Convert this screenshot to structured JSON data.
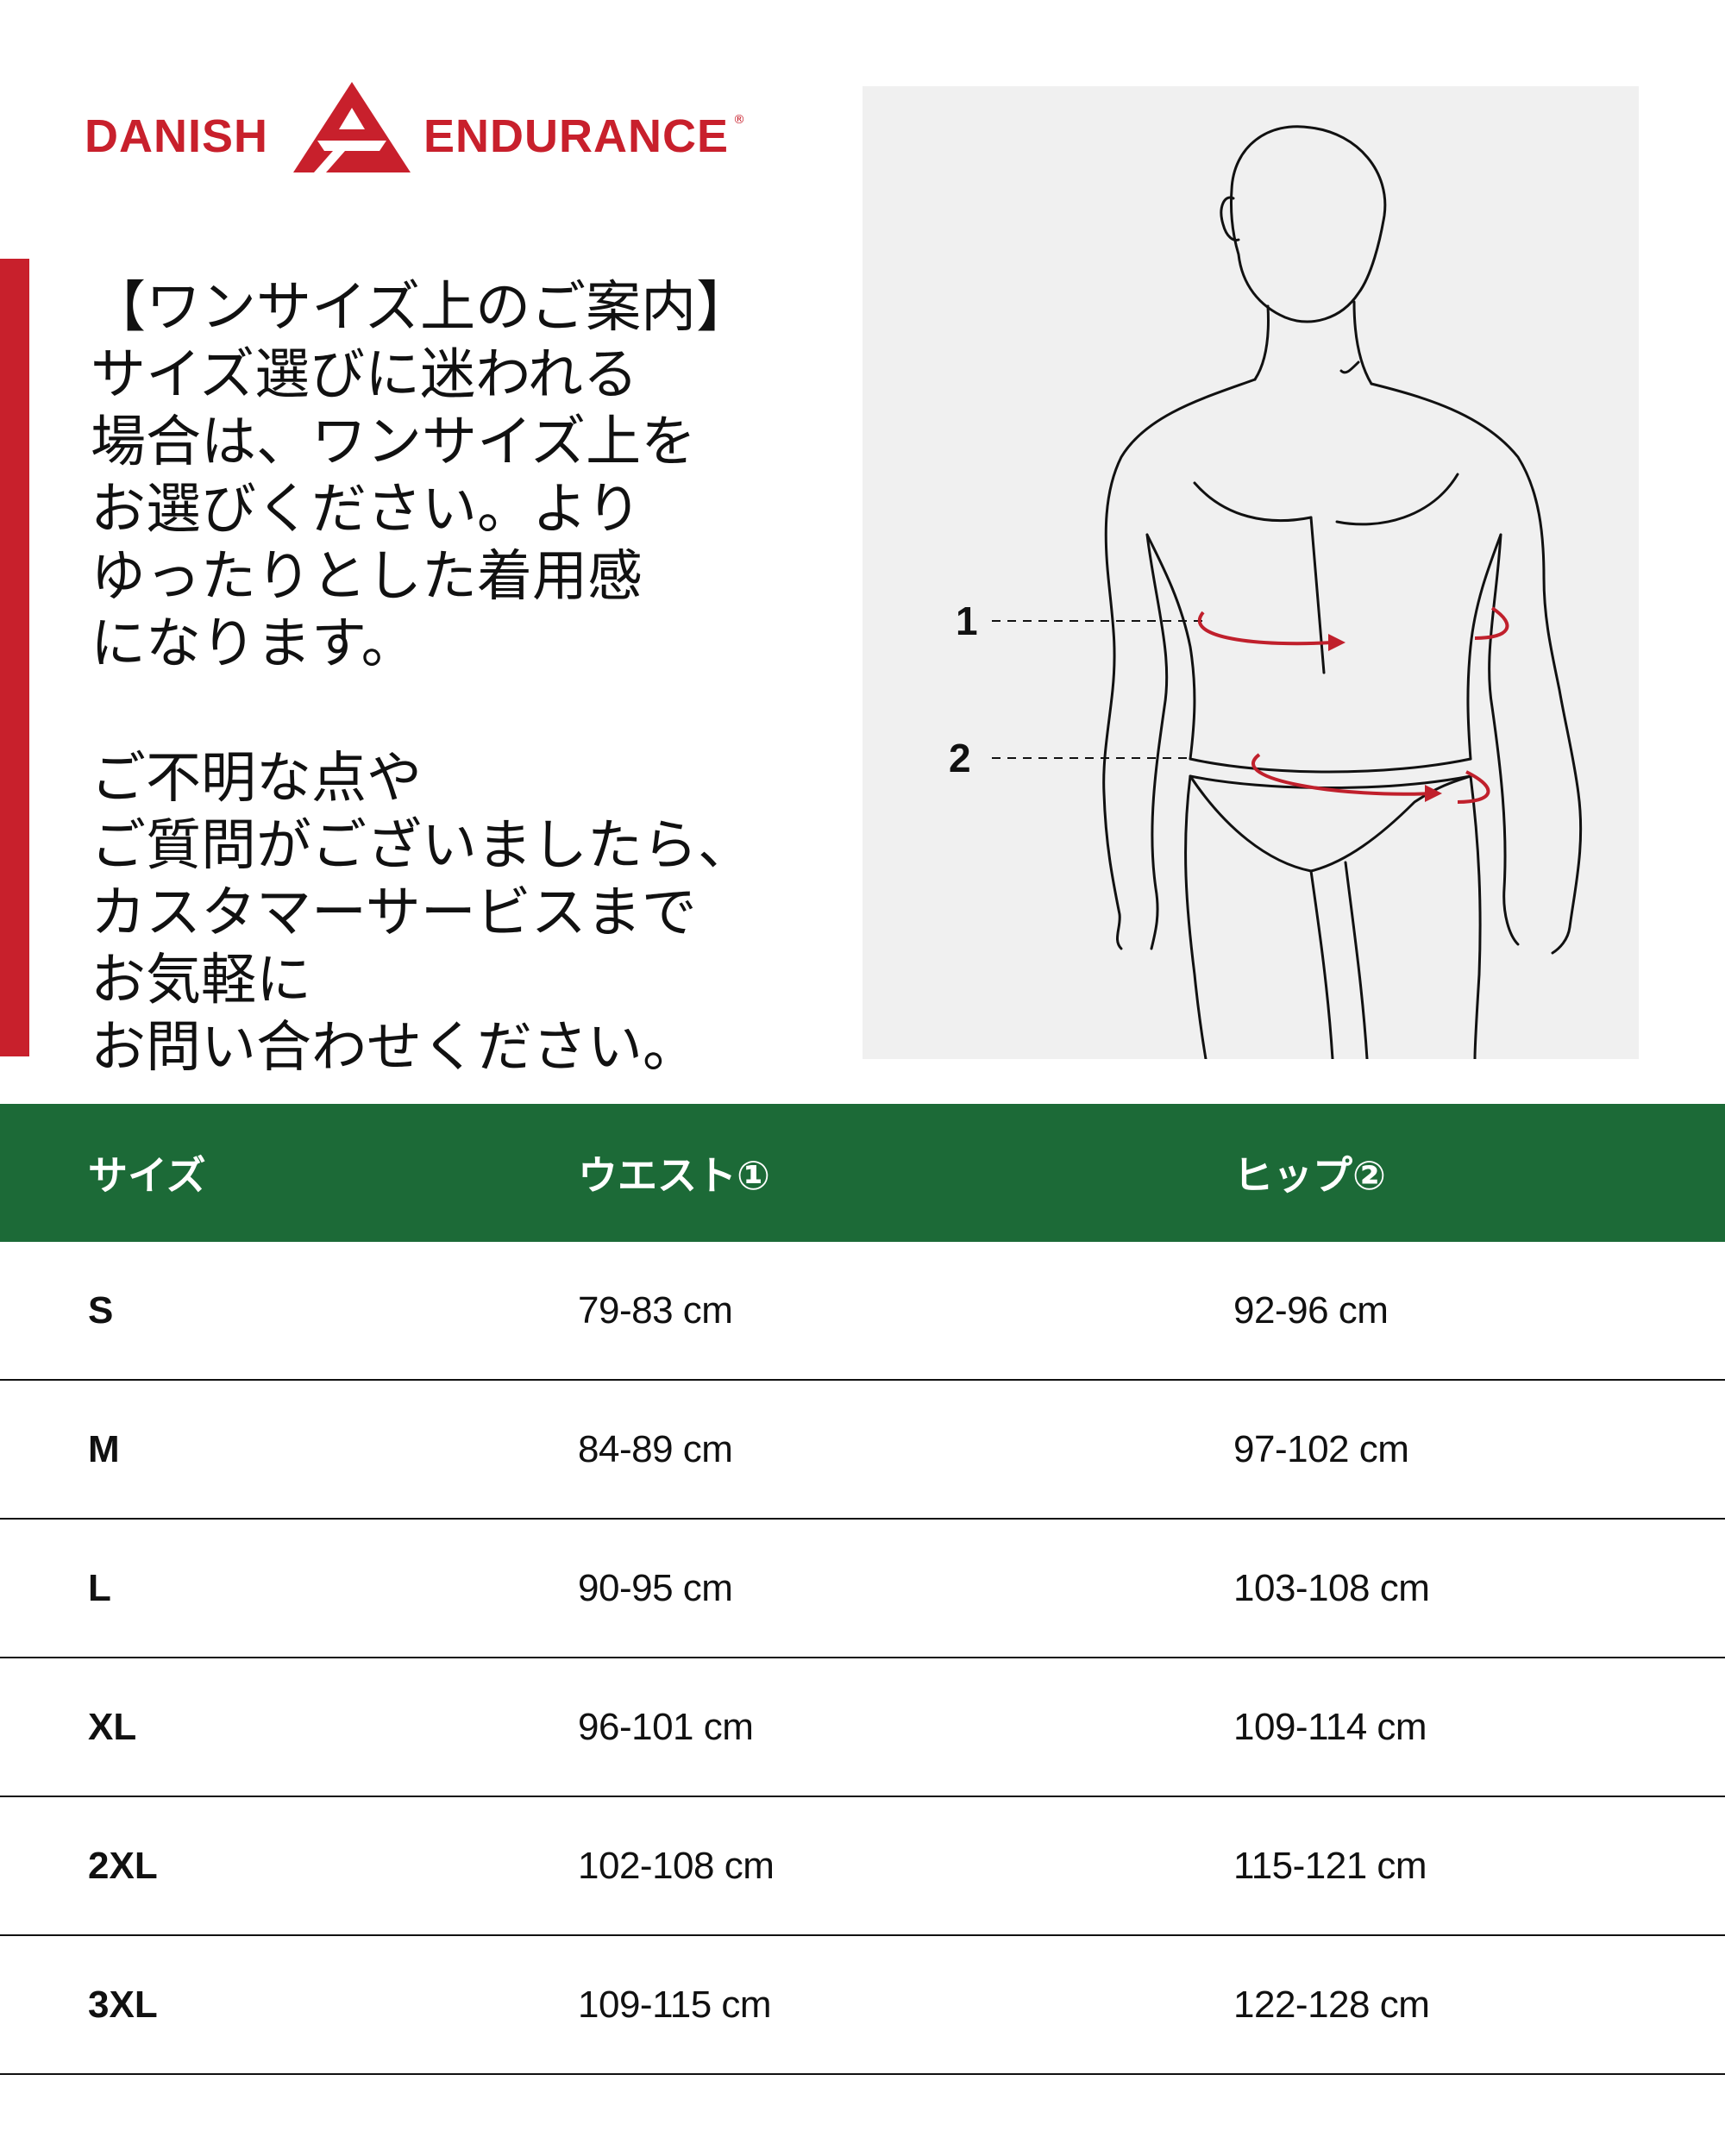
{
  "brand": {
    "left_word": "DANISH",
    "right_word": "ENDURANCE",
    "registered_mark": "®",
    "color": "#c8202c"
  },
  "intro": {
    "paragraph_1": "【ワンサイズ上のご案内】\nサイズ選びに迷われる\n場合は、ワンサイズ上を\nお選びください。より\nゆったりとした着用感\nになります。",
    "paragraph_2": "ご不明な点や\nご質問がございましたら、\nカスタマーサービスまで\nお気軽に\nお問い合わせください。"
  },
  "figure": {
    "marker_1": "1",
    "marker_2": "2",
    "accent_color": "#c0202c"
  },
  "table": {
    "header_color": "#1c6a37",
    "headers": [
      "サイズ",
      "ウエスト①",
      "ヒップ②"
    ],
    "rows": [
      {
        "size": "S",
        "waist": "79-83 cm",
        "hip": "92-96 cm"
      },
      {
        "size": "M",
        "waist": "84-89 cm",
        "hip": "97-102 cm"
      },
      {
        "size": "L",
        "waist": "90-95 cm",
        "hip": "103-108 cm"
      },
      {
        "size": "XL",
        "waist": "96-101 cm",
        "hip": "109-114 cm"
      },
      {
        "size": "2XL",
        "waist": "102-108 cm",
        "hip": "115-121 cm"
      },
      {
        "size": "3XL",
        "waist": "109-115 cm",
        "hip": "122-128 cm"
      }
    ]
  }
}
